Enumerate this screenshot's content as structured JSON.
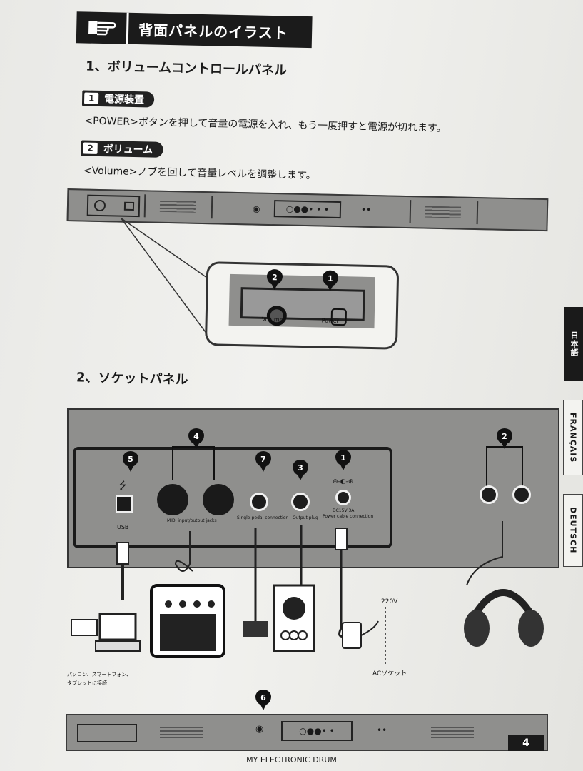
{
  "header": {
    "title": "背面パネルのイラスト"
  },
  "section1": {
    "title": "1、ボリュームコントロールパネル",
    "items": [
      {
        "num": "1",
        "label": "電源装置",
        "text": "<POWER>ボタンを押して音量の電源を入れ、もう一度押すと電源が切れます。"
      },
      {
        "num": "2",
        "label": "ボリューム",
        "text": "<Volume>ノブを回して音量レベルを調整します。"
      }
    ],
    "zoom": {
      "volume": "Volume",
      "power": "Power",
      "marker_volume": "2",
      "marker_power": "1"
    }
  },
  "section2": {
    "title": "2、ソケットパネル",
    "labels": {
      "usb": "USB",
      "midi": "MIDI input/output jacks",
      "single_pedal": "Single-pedal connection",
      "output_plug": "Output plug",
      "dc": "DC15V 3A",
      "power_cable": "Power cable connection",
      "volt": "220V",
      "ac_socket": "ACソケット",
      "pc_note_1": "パソコン、スマートフォン、",
      "pc_note_2": "タブレットに接続"
    },
    "markers": {
      "usb": "5",
      "midi": "4",
      "pedal": "7",
      "output": "3",
      "power": "1",
      "headphone": "2",
      "eye": "6"
    }
  },
  "side_tabs": [
    "日本語",
    "FRANÇAIS",
    "DEUTSCH"
  ],
  "footer": {
    "title": "MY ELECTRONIC DRUM",
    "page": "4"
  }
}
